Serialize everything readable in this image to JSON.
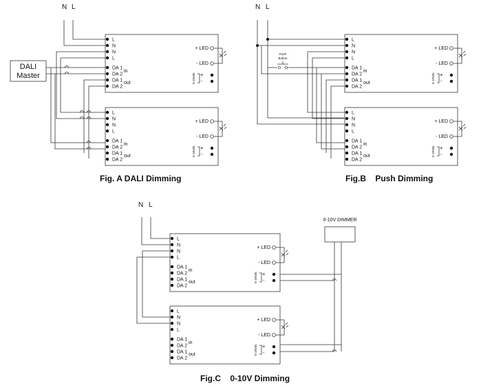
{
  "terminal_labels": [
    "L",
    "N",
    "N",
    "L",
    "DA 1",
    "DA 2",
    "DA 1",
    "DA 2"
  ],
  "in_label": "in",
  "out_label": "out",
  "led_plus": "+ LED",
  "led_minus": "- LED",
  "dim_plus": "+",
  "dim_minus": "-",
  "dim_small": "0-10Vdc",
  "mains": {
    "n": "N",
    "l": "L"
  },
  "fig_a": {
    "caption": "Fig. A DALI Dimming",
    "master": [
      "DALI",
      "Master"
    ]
  },
  "fig_b": {
    "caption": "Fig.B    Push Dimming",
    "push_button": [
      "Push",
      "Button"
    ]
  },
  "fig_c": {
    "caption": "Fig.C    0-10V Dimming",
    "dimmer": "0-10V  DIMMER"
  }
}
